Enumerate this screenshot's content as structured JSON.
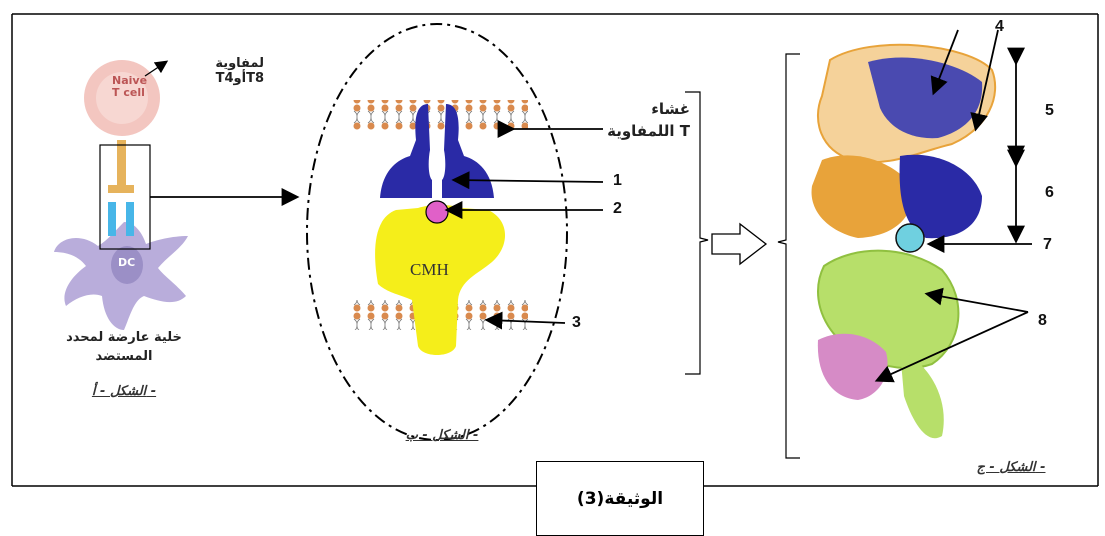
{
  "panel_a": {
    "cell_label": "Naive T cell",
    "cell_label_line1": "Naive",
    "cell_label_line2": "T cell",
    "lymph_label_line1": "لمفاوية",
    "lymph_label_line2": "T4أوT8",
    "dc_label": "DC",
    "apc_label_line1": "خلية عارضة لمحدد",
    "apc_label_line2": "المستضد",
    "caption": "الشكل - أ -"
  },
  "panel_b": {
    "membrane_label_line1": "غشاء",
    "membrane_label_line2": "اللمفاوية T",
    "molecule_label": "CMH",
    "numbers": [
      "1",
      "2",
      "3"
    ],
    "caption": "الشكل - ب -"
  },
  "panel_c": {
    "numbers": [
      "4",
      "5",
      "6",
      "7",
      "8"
    ],
    "caption": "الشكل - ج -"
  },
  "document_label": "الوثيقة(3)",
  "colors": {
    "tcr": "#2a2aa6",
    "cmh": "#f5ee1a",
    "peptide": "#e060c8",
    "t_cell": "#f3c6c0",
    "apc": "#b9addb",
    "orange_chain": "#e8a33a",
    "green_chain": "#b7df6a",
    "pink_chain": "#d68bc6"
  }
}
